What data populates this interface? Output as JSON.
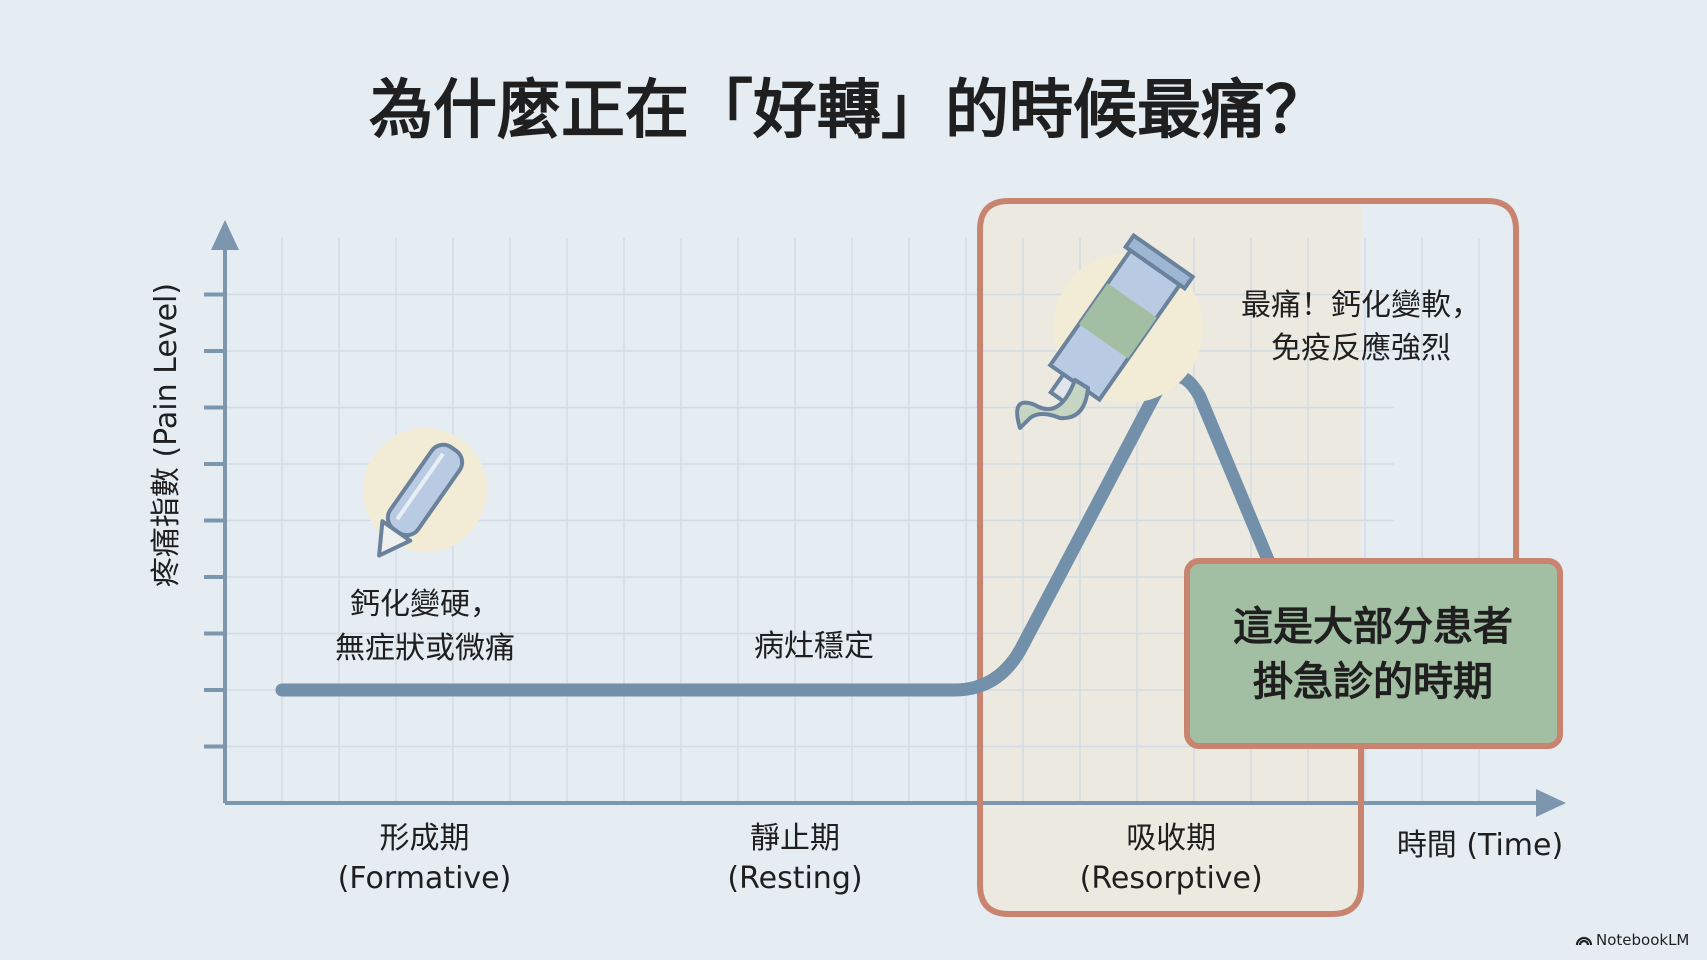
{
  "title": "為什麼正在「好轉」的時候最痛？",
  "colors": {
    "background": "#e5edf3",
    "grid": "#d3dce4",
    "axis": "#7b96ad",
    "curve": "#7290aa",
    "highlight_border": "#c98470",
    "highlight_fill": "#ebe9e0",
    "callout_fill": "#a3bfa3"
  },
  "chart_data": {
    "type": "line",
    "title": "為什麼正在「好轉」的時候最痛？",
    "xlabel": "時間 (Time)",
    "ylabel": "疼痛指數 (Pain Level)",
    "xlim": [
      0,
      23
    ],
    "ylim": [
      0,
      10
    ],
    "grid": true,
    "phases": [
      {
        "name": "形成期",
        "en": "(Formative)",
        "center": 3.5
      },
      {
        "name": "靜止期",
        "en": "(Resting)",
        "center": 10
      },
      {
        "name": "吸收期",
        "en": "(Resorptive)",
        "center": 16.6
      }
    ],
    "highlight_range": [
      13.2,
      19.9
    ],
    "curve": [
      [
        1,
        2
      ],
      [
        12.8,
        2
      ],
      [
        13.6,
        2
      ],
      [
        14,
        2.8
      ],
      [
        16.3,
        7.2
      ],
      [
        16.7,
        7.9
      ],
      [
        17.1,
        7.2
      ],
      [
        18.3,
        4.3
      ]
    ],
    "annotations": {
      "formative": [
        "鈣化變硬，",
        "無症狀或微痛"
      ],
      "resting": "病灶穩定",
      "resorptive": [
        "最痛！鈣化變軟，",
        "免疫反應強烈"
      ],
      "callout": [
        "這是大部分患者",
        "掛急診的時期"
      ]
    }
  },
  "footer": {
    "brand": "NotebookLM"
  }
}
